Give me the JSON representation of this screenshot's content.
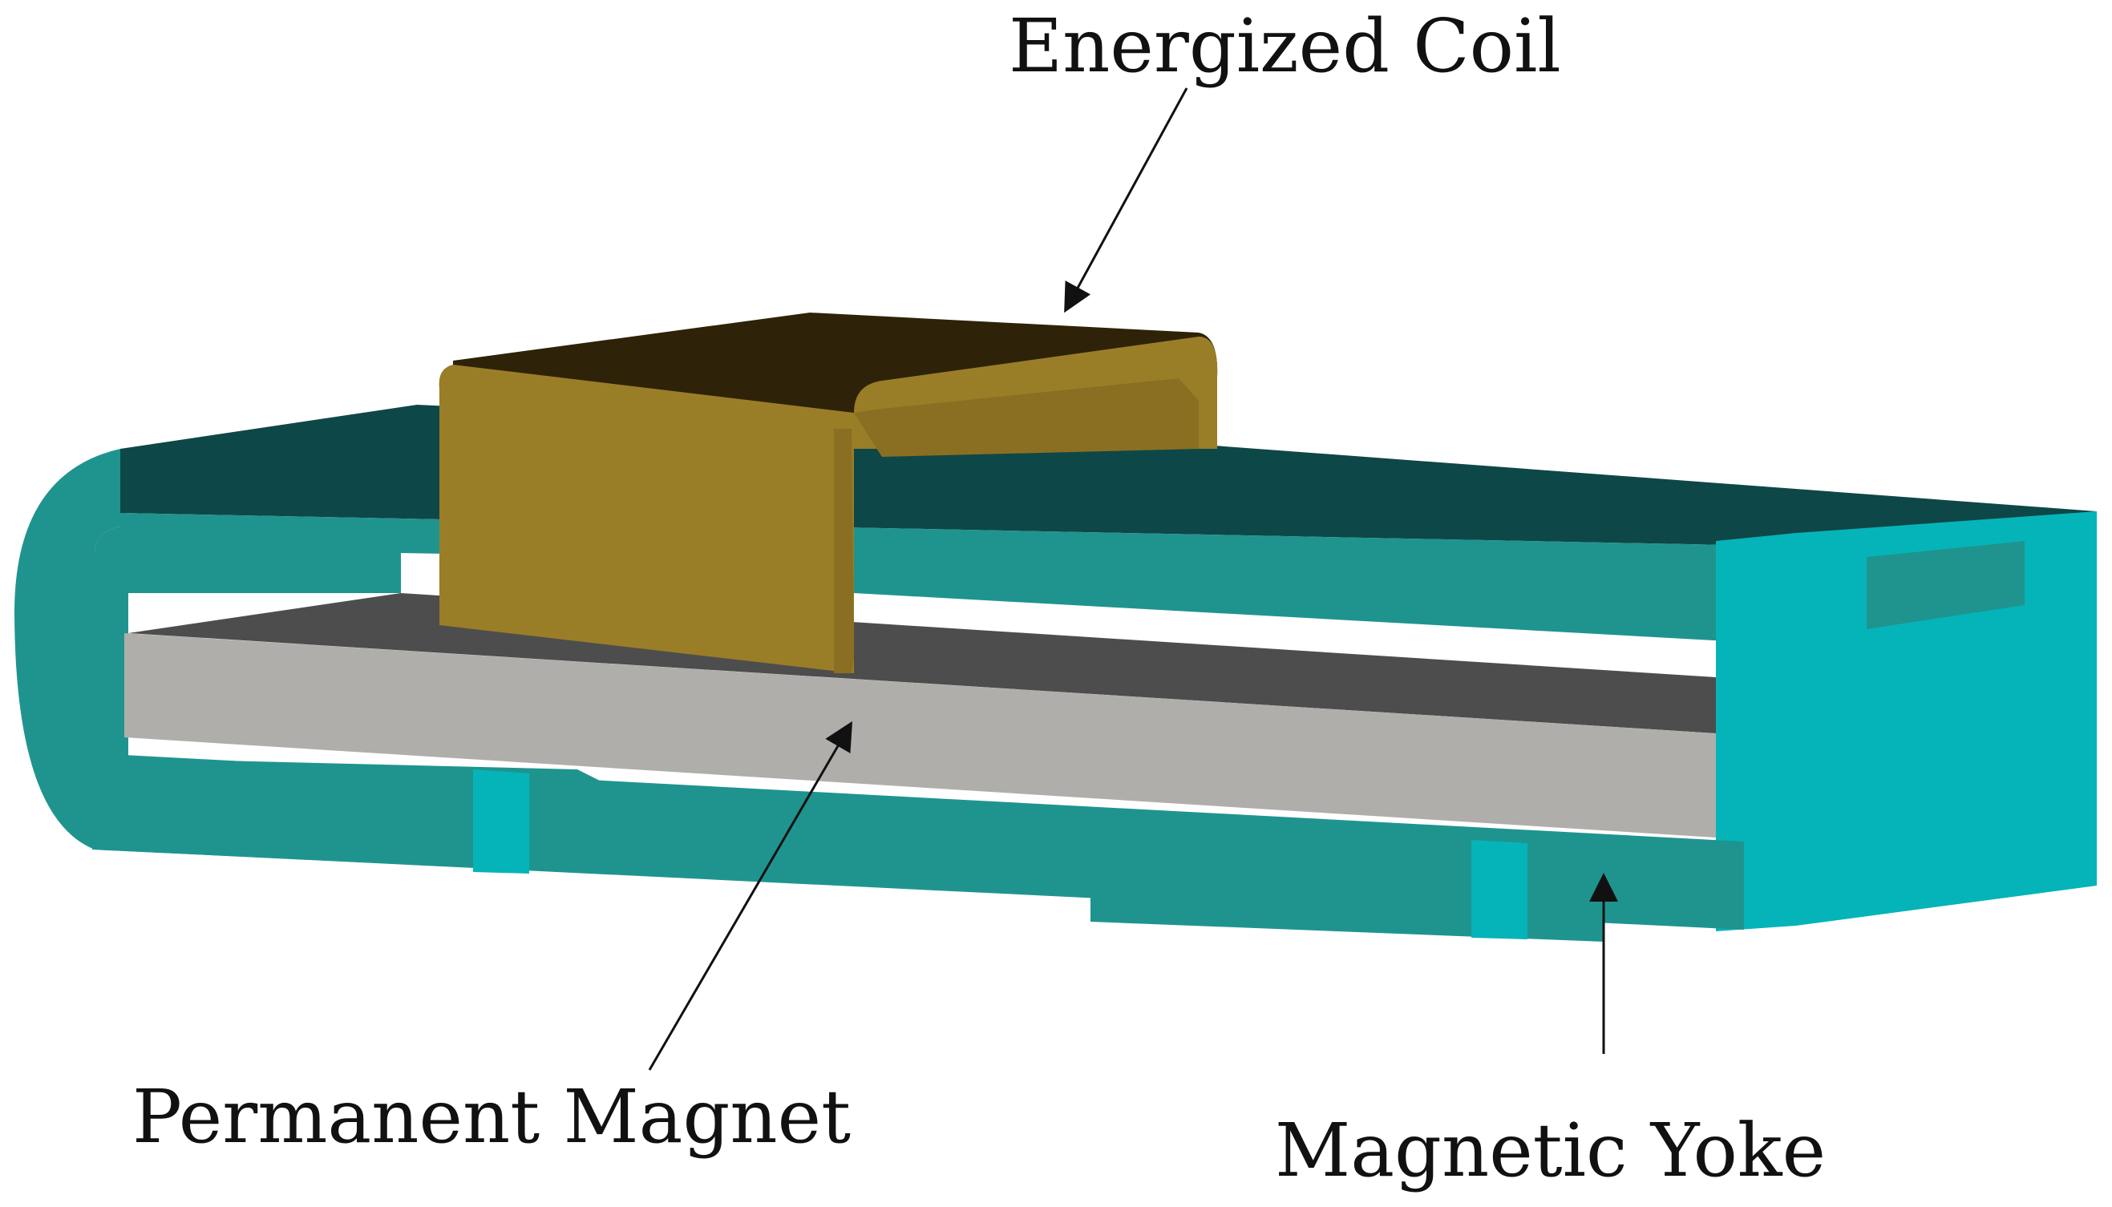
{
  "labels": {
    "coil": "Energized Coil",
    "magnet": "Permanent Magnet",
    "yoke": "Magnetic Yoke"
  },
  "colors": {
    "yoke_top": "#0e4747",
    "yoke_face": "#1f948f",
    "yoke_light": "#05b4b8",
    "magnet_top": "#4d4d4d",
    "magnet_face": "#b0aeaa",
    "coil_top": "#2e2208",
    "coil_face": "#9a7d27",
    "coil_inner": "#8a6f22"
  }
}
